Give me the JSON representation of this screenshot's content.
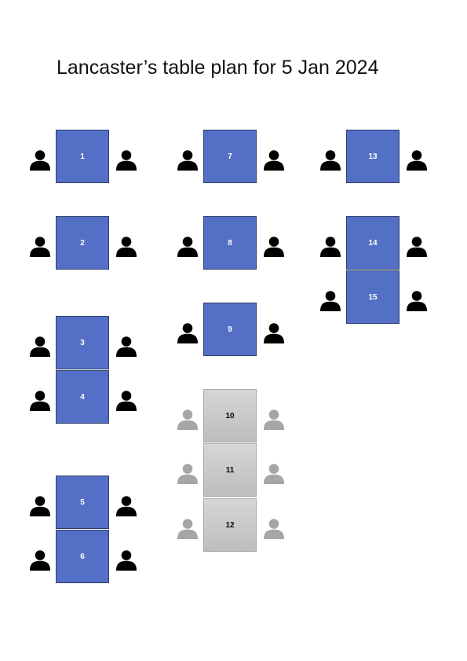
{
  "title": "Lancaster’s table plan for 5 Jan 2024",
  "colors": {
    "active_table": "#5470c6",
    "active_text": "#ffffff",
    "active_person": "#000000",
    "inactive_text": "#000000",
    "inactive_person": "#a6a6a6"
  },
  "icons": {
    "seat": "person-icon"
  },
  "tables": [
    {
      "label": "1",
      "status": "active"
    },
    {
      "label": "2",
      "status": "active"
    },
    {
      "label": "3",
      "status": "active"
    },
    {
      "label": "4",
      "status": "active"
    },
    {
      "label": "5",
      "status": "active"
    },
    {
      "label": "6",
      "status": "active"
    },
    {
      "label": "7",
      "status": "active"
    },
    {
      "label": "8",
      "status": "active"
    },
    {
      "label": "9",
      "status": "active"
    },
    {
      "label": "10",
      "status": "inactive"
    },
    {
      "label": "11",
      "status": "inactive"
    },
    {
      "label": "12",
      "status": "inactive"
    },
    {
      "label": "13",
      "status": "active"
    },
    {
      "label": "14",
      "status": "active"
    },
    {
      "label": "15",
      "status": "active"
    }
  ]
}
